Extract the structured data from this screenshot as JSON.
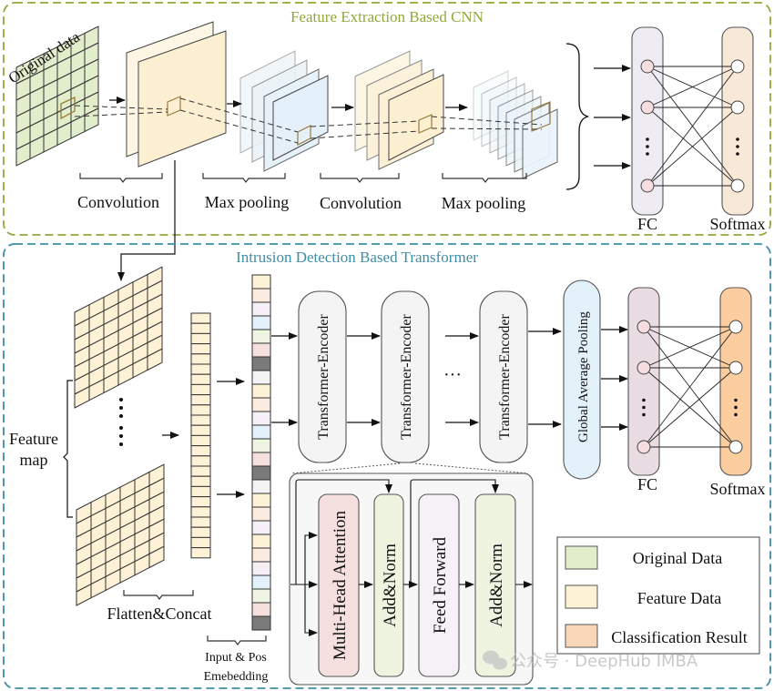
{
  "colors": {
    "cnn_border": "#8faa3b",
    "transformer_border": "#3f8ea8",
    "original": "#e2eecb",
    "feature": "#fdf2d6",
    "pool": "#e6f2f9",
    "fc_col": "#efebf3",
    "fc_col2": "#e9dce3",
    "softmax_col": "#f8e8d8",
    "softmax_col2": "#fbcd9f",
    "node_fc": "#f6dde0",
    "mha": "#f6dfdf",
    "addnorm": "#eff4e1",
    "ffn": "#f6f1f7",
    "gap": "#e3f2fa",
    "encoder": "#f4f4f4",
    "block_bg": "#f7f7f7"
  },
  "cnn_section": {
    "title": "Feature Extraction Based CNN",
    "input_label": "Original data",
    "stage_labels": [
      "Convolution",
      "Max pooling",
      "Convolution",
      "Max pooling"
    ],
    "fc_label": "FC",
    "softmax_label": "Softmax"
  },
  "transformer_section": {
    "title": "Intrusion Detection Based Transformer",
    "feature_map_label_line1": "Feature",
    "feature_map_label_line2": "map",
    "flatten_label": "Flatten&Concat",
    "embedding_label_line1": "Input & Pos",
    "embedding_label_line2": "Emebedding",
    "embedding_cells": [
      "feature",
      "softmax",
      "ffn",
      "gap",
      "addnorm",
      "mha",
      "dark",
      "light",
      "feature",
      "softmax",
      "ffn",
      "gap",
      "addnorm",
      "mha",
      "dark",
      "light",
      "feature",
      "softmax",
      "ffn",
      "feature",
      "softmax",
      "ffn",
      "gap",
      "addnorm",
      "mha",
      "dark"
    ],
    "encoders": [
      "Transformer-Encoder",
      "Transformer-Encoder",
      "Transformer-Encoder"
    ],
    "ellipsis": "···",
    "gap_label": "Global Average Pooling",
    "fc_label": "FC",
    "softmax_label": "Softmax",
    "encoder_detail": {
      "mha": "Multi-Head Attention",
      "addnorm1": "Add&Norm",
      "ffn": "Feed Forward",
      "addnorm2": "Add&Norm"
    }
  },
  "legend": [
    {
      "label": "Original Data",
      "swatch": "original"
    },
    {
      "label": "Feature Data",
      "swatch": "feature"
    },
    {
      "label": "Classification Result",
      "swatch": "softmax_col2"
    }
  ],
  "watermark": "公众号 · DeepHub IMBA"
}
